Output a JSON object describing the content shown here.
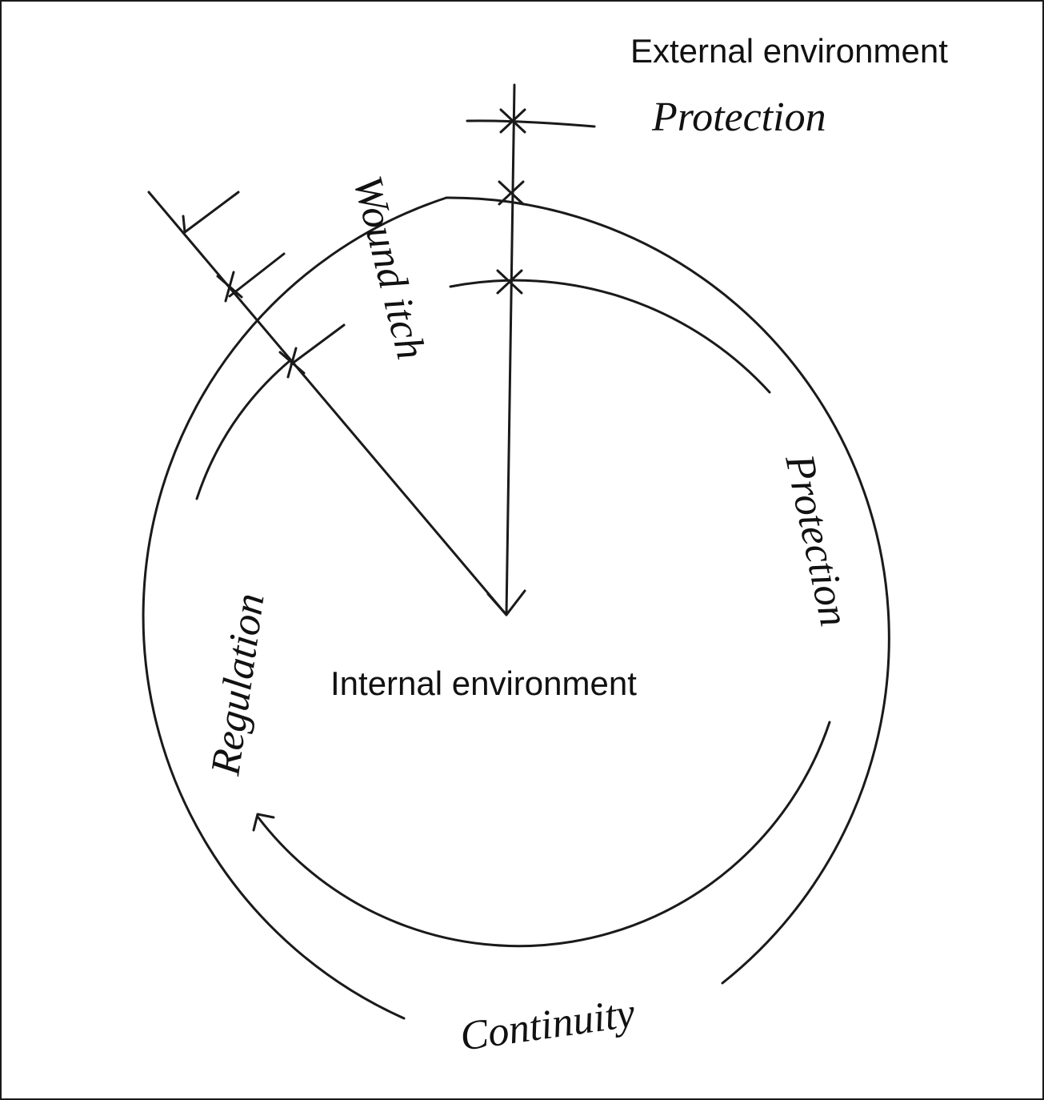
{
  "labels": {
    "external": "External environment",
    "internal": "Internal environment",
    "protection_outer": "Protection",
    "protection_ring": "Protection",
    "wound_itch": "Wound itch",
    "regulation": "Regulation",
    "continuity": "Continuity"
  },
  "colors": {
    "line": "#1a1a1a",
    "text": "#111111",
    "background": "#ffffff"
  }
}
